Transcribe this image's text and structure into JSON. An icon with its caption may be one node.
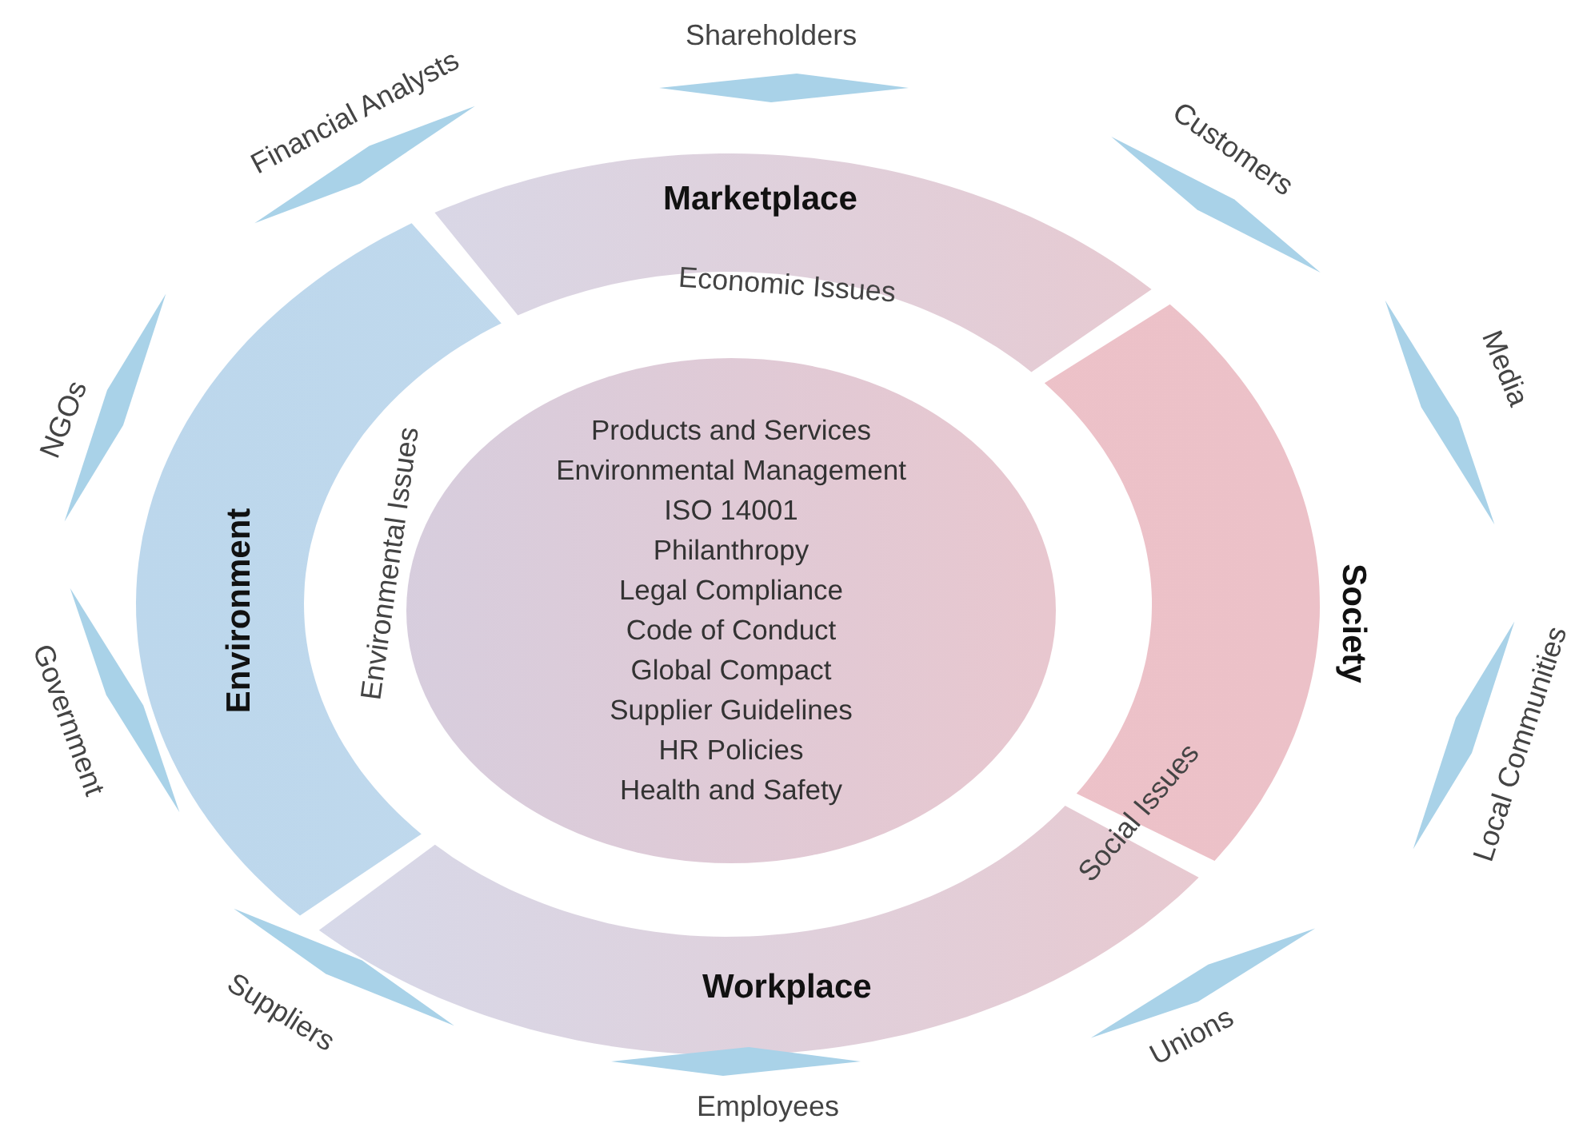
{
  "diagram": {
    "nodes": [
      {
        "text": [
          "Marketplace"
        ]
      },
      {
        "text": [
          "Environment"
        ]
      },
      {
        "text": [
          "Society"
        ]
      },
      {
        "text": [
          "Products and Services",
          "Environmental Management",
          "ISO 14001",
          "Philanthropy",
          "Legal Compliance",
          "Code of Conduct",
          "Global Compact",
          "Supplier Guidelines",
          "HR Policies",
          "Health and Safety"
        ]
      },
      {
        "text": [
          "Workplace"
        ]
      },
      {
        "text": [
          "Shareholders"
        ]
      },
      {
        "text": [
          "Financial Analysts"
        ]
      },
      {
        "text": [
          "Customers"
        ]
      },
      {
        "text": [
          "NGOs"
        ]
      },
      {
        "text": [
          "Media"
        ]
      },
      {
        "text": [
          "Government"
        ]
      },
      {
        "text": [
          "Local Communities"
        ]
      },
      {
        "text": [
          "Suppliers"
        ]
      },
      {
        "text": [
          "Unions"
        ]
      },
      {
        "text": [
          "Employees"
        ]
      }
    ],
    "labels": [
      "Economic Issues",
      "Environmental Issues",
      "Social Issues"
    ]
  }
}
